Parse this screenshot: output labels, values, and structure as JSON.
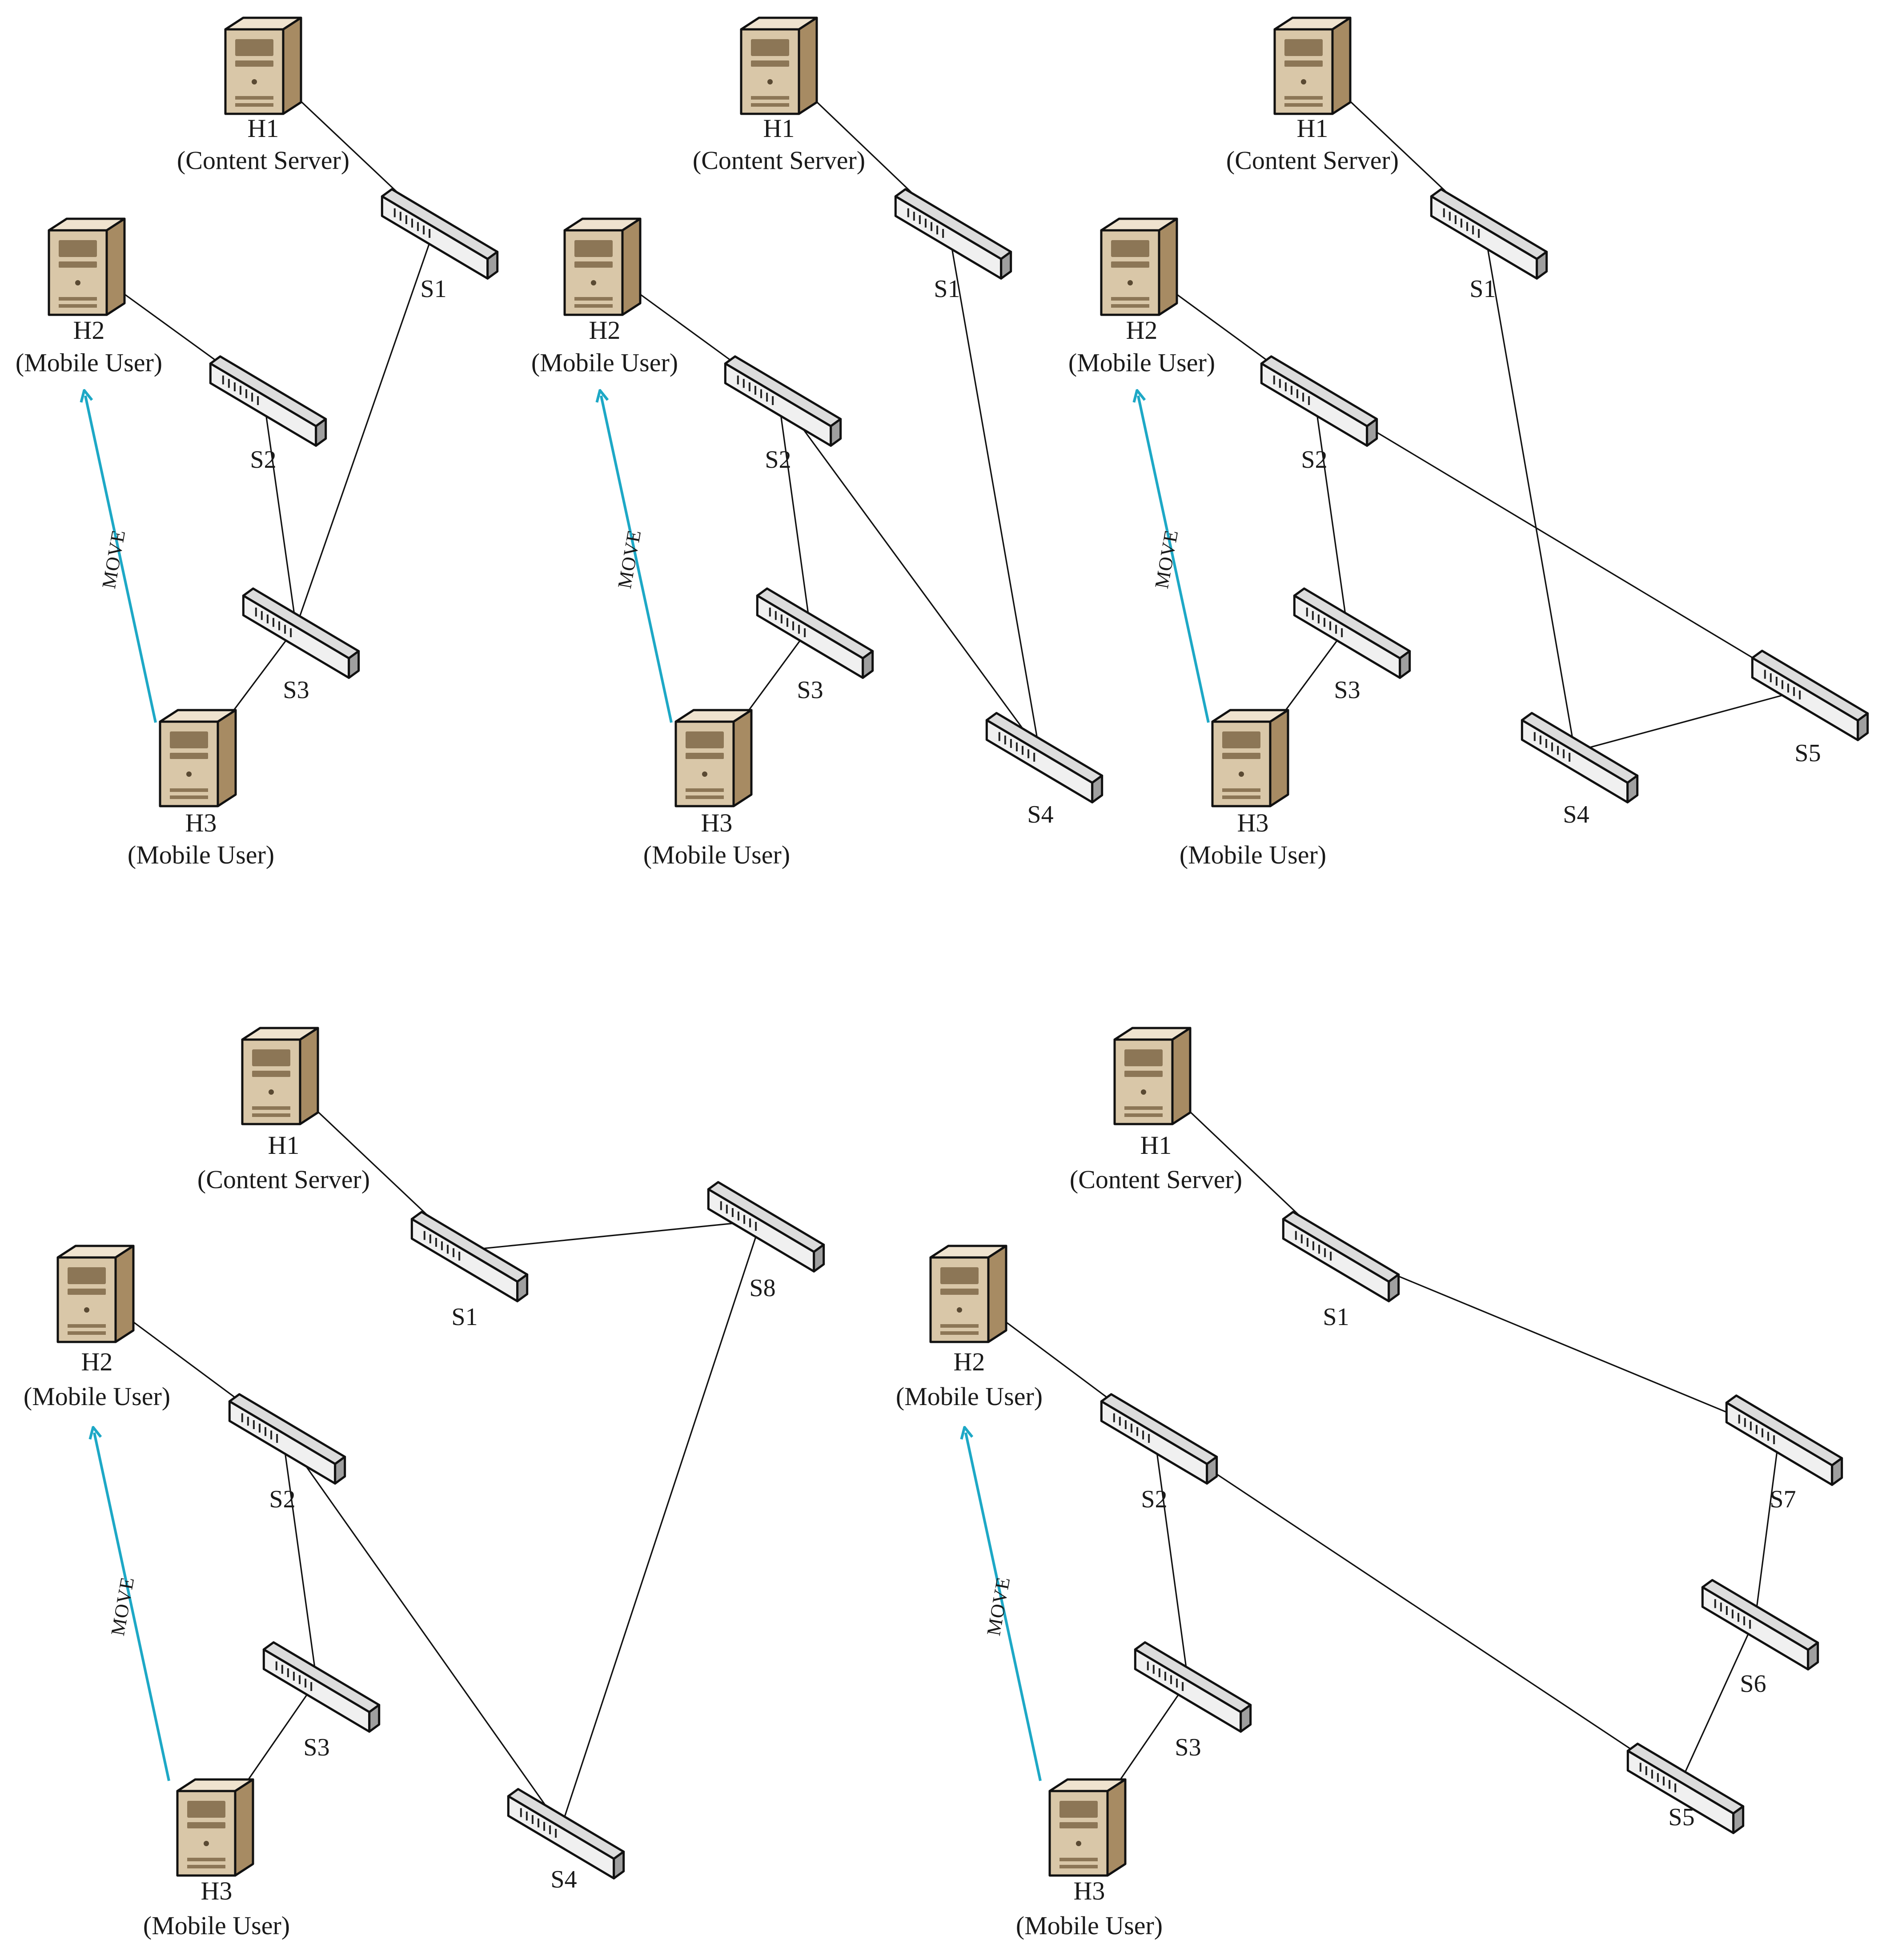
{
  "colors": {
    "server_body": "#d9c7a8",
    "server_side": "#a78b63",
    "server_top": "#efe3cf",
    "switch_front": "#f0f0f0",
    "switch_top": "#dcdcdc",
    "switch_side": "#9f9f9f",
    "link": "#111111",
    "move_arrow": "#1da8c6"
  },
  "labels": {
    "h1_name": "H1",
    "h1_role": "(Content Server)",
    "h2_name": "H2",
    "h2_role": "(Mobile User)",
    "h3_name": "H3",
    "h3_role": "(Mobile User)",
    "move": "MOVE"
  },
  "panels": [
    {
      "switches": [
        "S1",
        "S2",
        "S3"
      ],
      "links": [
        [
          "H1",
          "S1"
        ],
        [
          "H2",
          "S2"
        ],
        [
          "S1",
          "S3"
        ],
        [
          "S2",
          "S3"
        ],
        [
          "S3",
          "H3"
        ]
      ]
    },
    {
      "switches": [
        "S1",
        "S2",
        "S3",
        "S4"
      ],
      "links": [
        [
          "H1",
          "S1"
        ],
        [
          "H2",
          "S2"
        ],
        [
          "S2",
          "S3"
        ],
        [
          "S3",
          "H3"
        ],
        [
          "S1",
          "S4"
        ],
        [
          "S2",
          "S4"
        ]
      ]
    },
    {
      "switches": [
        "S1",
        "S2",
        "S3",
        "S4",
        "S5"
      ],
      "links": [
        [
          "H1",
          "S1"
        ],
        [
          "H2",
          "S2"
        ],
        [
          "S2",
          "S3"
        ],
        [
          "S3",
          "H3"
        ],
        [
          "S1",
          "S4"
        ],
        [
          "S2",
          "S5"
        ],
        [
          "S4",
          "S5"
        ]
      ]
    },
    {
      "switches": [
        "S1",
        "S2",
        "S3",
        "S4",
        "S8"
      ],
      "links": [
        [
          "H1",
          "S1"
        ],
        [
          "H2",
          "S2"
        ],
        [
          "S2",
          "S3"
        ],
        [
          "S3",
          "H3"
        ],
        [
          "S1",
          "S8"
        ],
        [
          "S8",
          "S4"
        ],
        [
          "S2",
          "S4"
        ]
      ]
    },
    {
      "switches": [
        "S1",
        "S2",
        "S3",
        "S5",
        "S6",
        "S7"
      ],
      "links": [
        [
          "H1",
          "S1"
        ],
        [
          "H2",
          "S2"
        ],
        [
          "S2",
          "S3"
        ],
        [
          "S3",
          "H3"
        ],
        [
          "S1",
          "S7"
        ],
        [
          "S7",
          "S6"
        ],
        [
          "S6",
          "S5"
        ],
        [
          "S2",
          "S5"
        ]
      ]
    }
  ]
}
